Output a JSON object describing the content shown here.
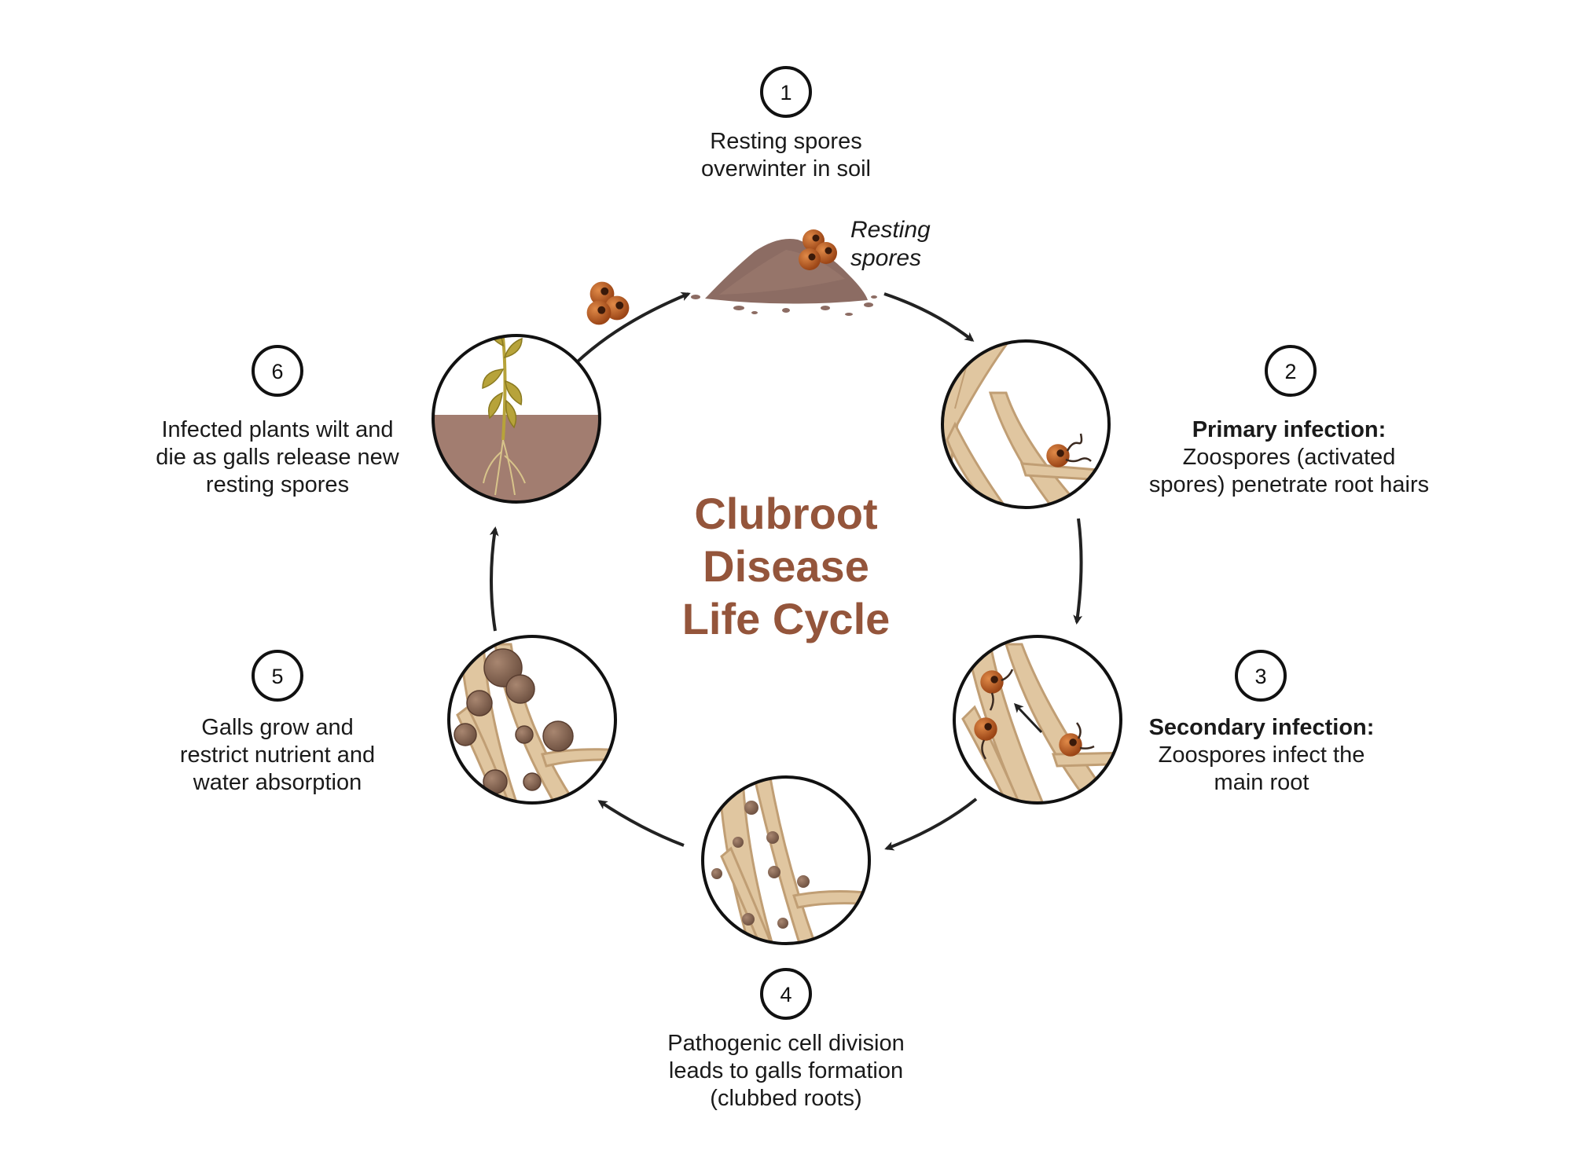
{
  "title": {
    "line1": "Clubroot",
    "line2": "Disease",
    "line3": "Life Cycle"
  },
  "resting_spores_caption": {
    "line1": "Resting",
    "line2": "spores"
  },
  "steps": [
    {
      "number": "1",
      "heading": "",
      "lines": [
        "Resting spores",
        "overwinter in soil"
      ]
    },
    {
      "number": "2",
      "heading": "Primary infection:",
      "lines": [
        "Zoospores (activated",
        "spores) penetrate root hairs"
      ]
    },
    {
      "number": "3",
      "heading": "Secondary infection:",
      "lines": [
        "Zoospores infect the",
        "main root"
      ]
    },
    {
      "number": "4",
      "heading": "",
      "lines": [
        "Pathogenic cell division",
        "leads to galls formation",
        "(clubbed roots)"
      ]
    },
    {
      "number": "5",
      "heading": "",
      "lines": [
        "Galls grow and",
        "restrict nutrient and",
        "water absorption"
      ]
    },
    {
      "number": "6",
      "heading": "",
      "lines": [
        "Infected plants wilt and",
        "die as galls release new",
        "resting spores"
      ]
    }
  ],
  "colors": {
    "title": "#94553b",
    "root": "#e0c6a0",
    "root_edge": "#c09e74",
    "spore": "#b5541f",
    "gall": "#8a6a56",
    "soil": "#a27d70",
    "plant": "#b7a33a",
    "arrow": "#222222"
  }
}
